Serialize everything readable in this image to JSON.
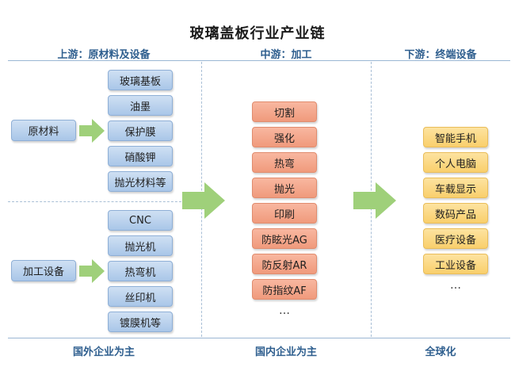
{
  "title": "玻璃盖板行业产业链",
  "columns": {
    "upstream": {
      "header": "上游：原材料及设备",
      "footer": "国外企业为主",
      "groups": [
        {
          "label": "原材料",
          "items": [
            "玻璃基板",
            "油墨",
            "保护膜",
            "硝酸钾",
            "抛光材料等"
          ]
        },
        {
          "label": "加工设备",
          "items": [
            "CNC",
            "抛光机",
            "热弯机",
            "丝印机",
            "镀膜机等"
          ]
        }
      ]
    },
    "midstream": {
      "header": "中游：加工",
      "footer": "国内企业为主",
      "items": [
        "切割",
        "强化",
        "热弯",
        "抛光",
        "印刷",
        "防眩光AG",
        "防反射AR",
        "防指纹AF"
      ],
      "more": "…"
    },
    "downstream": {
      "header": "下游：终端设备",
      "footer": "全球化",
      "items": [
        "智能手机",
        "个人电脑",
        "车载显示",
        "数码产品",
        "医疗设备",
        "工业设备"
      ],
      "more": "…"
    }
  },
  "colors": {
    "upstream_box": "#a9c6e8",
    "midstream_box": "#f09a7c",
    "downstream_box": "#f9cf6c",
    "arrow": "#9fd07a",
    "header_text": "#2e5e8e"
  },
  "icons": [
    "right-arrow-icon"
  ]
}
